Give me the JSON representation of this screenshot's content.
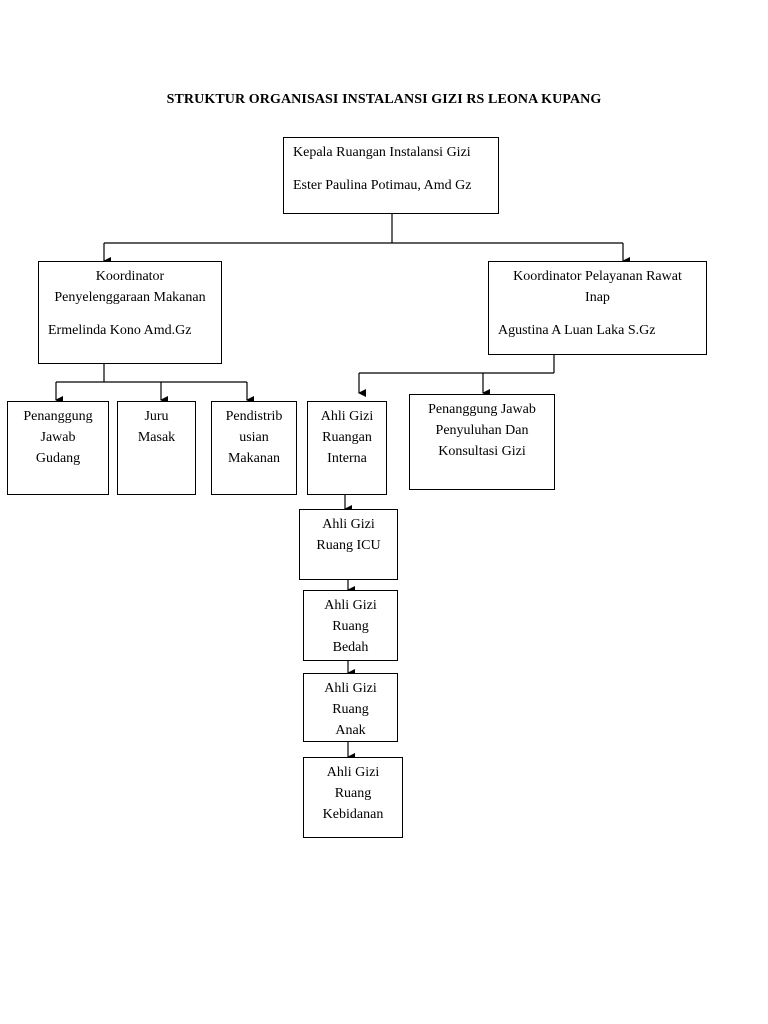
{
  "title": "STRUKTUR ORGANISASI INSTALANSI GIZI RS LEONA KUPANG",
  "head": {
    "role": "Kepala Ruangan Instalansi Gizi",
    "name": "Ester Paulina Potimau, Amd Gz"
  },
  "coord_food": {
    "role_line1": "Koordinator",
    "role_line2": "Penyelenggaraan Makanan",
    "name": "Ermelinda Kono Amd.Gz"
  },
  "coord_service": {
    "role_line1": "Koordinator Pelayanan  Rawat",
    "role_line2": "Inap",
    "name": "Agustina A Luan Laka S.Gz"
  },
  "food_units": [
    {
      "lines": [
        "Penanggung",
        "Jawab",
        "Gudang"
      ]
    },
    {
      "lines": [
        "Juru",
        "Masak"
      ]
    },
    {
      "lines": [
        "Pendistrib",
        "usian",
        "Makanan"
      ]
    }
  ],
  "service_units": [
    {
      "lines": [
        "Ahli Gizi",
        "Ruangan",
        "Interna"
      ]
    },
    {
      "lines": [
        "Penanggung Jawab",
        "Penyuluhan Dan",
        "Konsultasi Gizi"
      ]
    }
  ],
  "chain": [
    {
      "lines": [
        "Ahli Gizi",
        "Ruang ICU"
      ]
    },
    {
      "lines": [
        "Ahli Gizi",
        "Ruang",
        "Bedah"
      ]
    },
    {
      "lines": [
        "Ahli Gizi",
        "Ruang",
        "Anak"
      ]
    },
    {
      "lines": [
        "Ahli Gizi",
        "Ruang",
        "Kebidanan"
      ]
    }
  ]
}
